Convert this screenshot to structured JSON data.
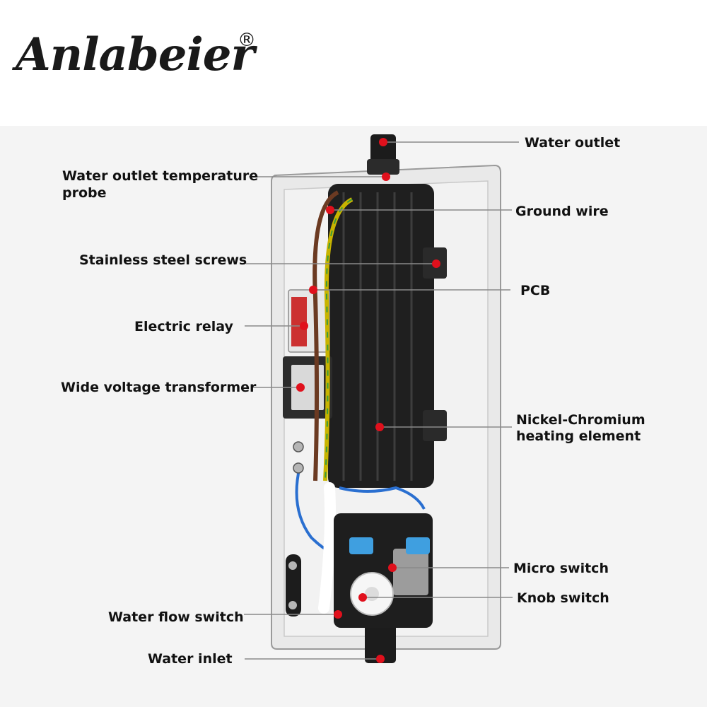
{
  "brand": {
    "name": "Anlabeier",
    "registered_mark": "®"
  },
  "labels": {
    "water_outlet": "Water outlet",
    "water_outlet_temperature_probe_line1": "Water outlet temperature",
    "water_outlet_temperature_probe_line2": "probe",
    "ground_wire": "Ground wire",
    "stainless_steel_screws": "Stainless steel screws",
    "pcb": "PCB",
    "electric_relay": "Electric relay",
    "wide_voltage_transformer": "Wide voltage transformer",
    "nickel_chromium_line1": "Nickel-Chromium",
    "nickel_chromium_line2": "heating element",
    "micro_switch": "Micro switch",
    "knob_switch": "Knob switch",
    "water_flow_switch": "Water flow switch",
    "water_inlet": "Water inlet"
  },
  "colors": {
    "marker": "#e0101c",
    "leader_line": "#8a8a8a",
    "housing": "#eaeaea",
    "heating_element": "#1c1c1c",
    "relay": "#d03030",
    "transformer": "#2a2a2a"
  }
}
